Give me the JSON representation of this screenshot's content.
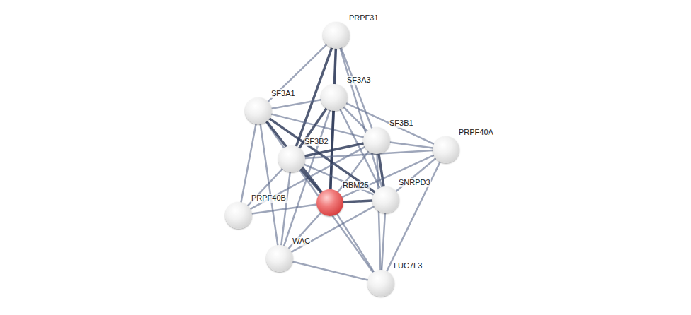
{
  "diagram": {
    "nodes": [
      {
        "text": [
          "PRPF31"
        ]
      },
      {
        "text": [
          "SF3A3"
        ]
      },
      {
        "text": [
          "SF3A1"
        ]
      },
      {
        "text": [
          "SF3B1"
        ]
      },
      {
        "text": [
          "PRPF40A"
        ]
      },
      {
        "text": [
          "SF3B2"
        ]
      },
      {
        "text": [
          "RBM25"
        ]
      },
      {
        "text": [
          "SNRPD3"
        ]
      },
      {
        "text": [
          "PRPF40B"
        ]
      },
      {
        "text": [
          "WAC"
        ]
      },
      {
        "text": [
          "LUC7L3"
        ]
      }
    ],
    "edges": [
      {
        "from": 0,
        "to": 2,
        "arrow": "none"
      },
      {
        "from": 0,
        "to": 1,
        "arrow": "none"
      },
      {
        "from": 0,
        "to": 5,
        "arrow": "none"
      },
      {
        "from": 0,
        "to": 3,
        "arrow": "none"
      },
      {
        "from": 0,
        "to": 7,
        "arrow": "none"
      },
      {
        "from": 0,
        "to": 6,
        "arrow": "none"
      },
      {
        "from": 2,
        "to": 1,
        "arrow": "none"
      },
      {
        "from": 2,
        "to": 3,
        "arrow": "none"
      },
      {
        "from": 2,
        "to": 5,
        "arrow": "none"
      },
      {
        "from": 2,
        "to": 6,
        "arrow": "none"
      },
      {
        "from": 2,
        "to": 7,
        "arrow": "none"
      },
      {
        "from": 2,
        "to": 8,
        "arrow": "none"
      },
      {
        "from": 2,
        "to": 9,
        "arrow": "none"
      },
      {
        "from": 1,
        "to": 3,
        "arrow": "none"
      },
      {
        "from": 1,
        "to": 5,
        "arrow": "none"
      },
      {
        "from": 1,
        "to": 6,
        "arrow": "none"
      },
      {
        "from": 1,
        "to": 7,
        "arrow": "none"
      },
      {
        "from": 1,
        "to": 4,
        "arrow": "none"
      },
      {
        "from": 1,
        "to": 9,
        "arrow": "none"
      },
      {
        "from": 3,
        "to": 5,
        "arrow": "none"
      },
      {
        "from": 3,
        "to": 6,
        "arrow": "none"
      },
      {
        "from": 3,
        "to": 7,
        "arrow": "none"
      },
      {
        "from": 3,
        "to": 4,
        "arrow": "none"
      },
      {
        "from": 3,
        "to": 8,
        "arrow": "none"
      },
      {
        "from": 3,
        "to": 10,
        "arrow": "none"
      },
      {
        "from": 4,
        "to": 5,
        "arrow": "none"
      },
      {
        "from": 4,
        "to": 6,
        "arrow": "none"
      },
      {
        "from": 4,
        "to": 7,
        "arrow": "none"
      },
      {
        "from": 4,
        "to": 10,
        "arrow": "none"
      },
      {
        "from": 5,
        "to": 6,
        "arrow": "none"
      },
      {
        "from": 5,
        "to": 7,
        "arrow": "none"
      },
      {
        "from": 5,
        "to": 8,
        "arrow": "none"
      },
      {
        "from": 5,
        "to": 9,
        "arrow": "none"
      },
      {
        "from": 5,
        "to": 10,
        "arrow": "none"
      },
      {
        "from": 6,
        "to": 7,
        "arrow": "none"
      },
      {
        "from": 6,
        "to": 8,
        "arrow": "none"
      },
      {
        "from": 6,
        "to": 9,
        "arrow": "none"
      },
      {
        "from": 6,
        "to": 10,
        "arrow": "none"
      },
      {
        "from": 7,
        "to": 10,
        "arrow": "none"
      },
      {
        "from": 7,
        "to": 9,
        "arrow": "none"
      },
      {
        "from": 9,
        "to": 10,
        "arrow": "none"
      }
    ]
  }
}
